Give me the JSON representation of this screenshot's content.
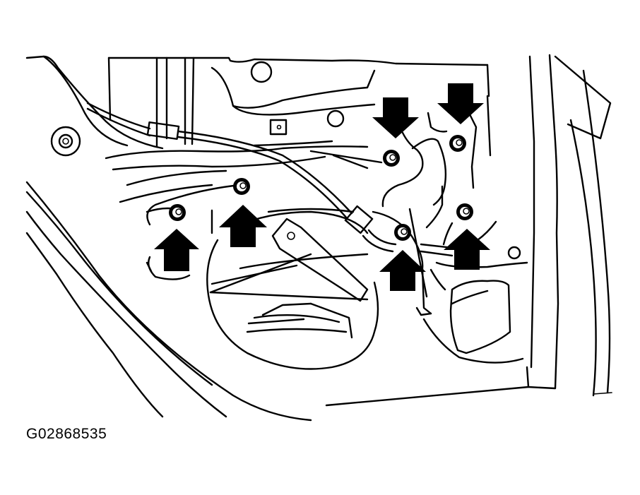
{
  "figure": {
    "id_label": "G02868535",
    "fastener_count": 6,
    "arrow_count": 6,
    "icons": {
      "arrow": "arrow-icon",
      "fastener": "bolt-icon"
    }
  }
}
